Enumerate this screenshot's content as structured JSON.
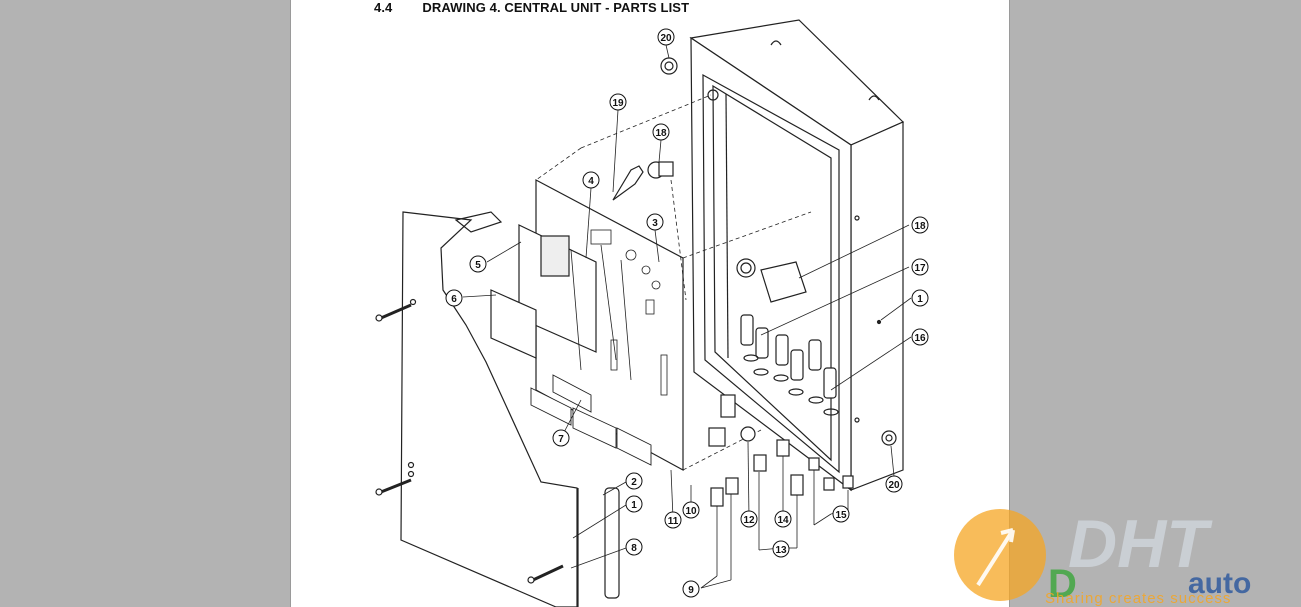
{
  "document": {
    "section_number": "4.4",
    "section_title": "DRAWING 4. CENTRAL UNIT - PARTS LIST"
  },
  "callouts": [
    "20",
    "19",
    "18",
    "4",
    "3",
    "5",
    "6",
    "18",
    "17",
    "1",
    "16",
    "7",
    "2",
    "1",
    "8",
    "11",
    "10",
    "12",
    "14",
    "13",
    "15",
    "9",
    "20"
  ],
  "watermark": {
    "brand": "DHT",
    "brand_suffix": "auto",
    "tagline": "Sharing creates success",
    "colors": {
      "orange": "#f5a623",
      "green": "#3aa63a",
      "blue": "#1f4f9c"
    }
  }
}
